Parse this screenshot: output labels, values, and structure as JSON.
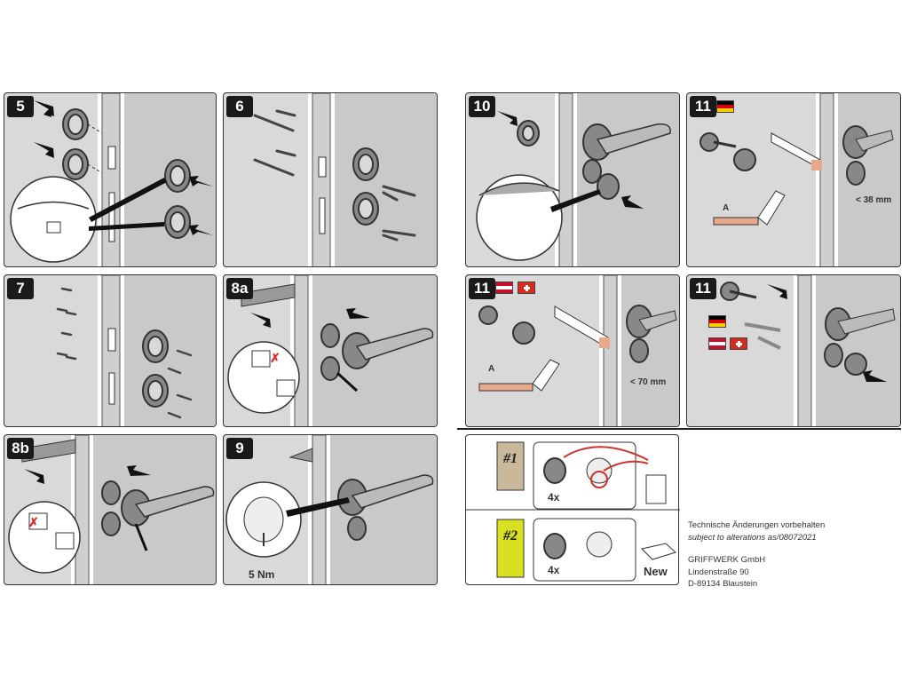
{
  "panels": {
    "p5": {
      "step": "5"
    },
    "p6": {
      "step": "6"
    },
    "p7": {
      "step": "7"
    },
    "p8a": {
      "step": "8a"
    },
    "p8b": {
      "step": "8b"
    },
    "p9": {
      "step": "9",
      "torque": "5 Nm"
    },
    "p10": {
      "step": "10"
    },
    "p11_de": {
      "step": "11",
      "measure": "< 38 mm",
      "label_a": "A",
      "flags": [
        "germany"
      ]
    },
    "p11_atch": {
      "step": "11",
      "measure": "< 70 mm",
      "label_a": "A",
      "flags": [
        "austria",
        "switzerland"
      ]
    },
    "p11_dowel": {
      "step": "11",
      "flags": [
        "germany",
        "austria",
        "switzerland"
      ]
    }
  },
  "disposal": {
    "option1": {
      "label": "#1",
      "count": "4x"
    },
    "option2": {
      "label": "#2",
      "count": "4x",
      "new_label": "New"
    }
  },
  "footer": {
    "line1": "Technische Änderungen vorbehalten",
    "line2": "subject to alterations as/08072021",
    "company": "GRIFFWERK GmbH",
    "street": "Lindenstraße 90",
    "city": "D-89134 Blaustein"
  },
  "colors": {
    "panel": "#d9d9d9",
    "door": "#c9c9c9",
    "highlight": "#e8a88a",
    "sticky_note_1": "#c9b99a",
    "sticky_note_2": "#d9e021",
    "red_arrow": "#d0312d"
  }
}
